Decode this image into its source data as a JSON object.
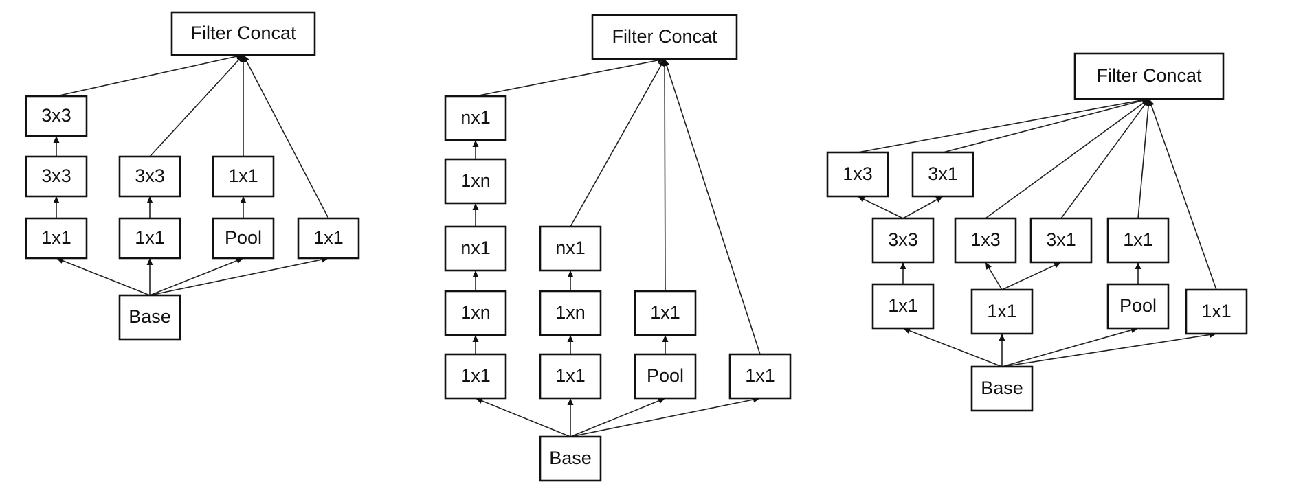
{
  "modules": [
    {
      "nodes": [
        {
          "id": "concat",
          "label": "Filter Concat"
        },
        {
          "id": "a3",
          "label": "3x3"
        },
        {
          "id": "a2",
          "label": "3x3"
        },
        {
          "id": "a1",
          "label": "1x1"
        },
        {
          "id": "b2",
          "label": "3x3"
        },
        {
          "id": "b1",
          "label": "1x1"
        },
        {
          "id": "c2",
          "label": "1x1"
        },
        {
          "id": "c1",
          "label": "Pool"
        },
        {
          "id": "d1",
          "label": "1x1"
        },
        {
          "id": "base",
          "label": "Base"
        }
      ],
      "edges": [
        [
          "base",
          "a1"
        ],
        [
          "base",
          "b1"
        ],
        [
          "base",
          "c1"
        ],
        [
          "base",
          "d1"
        ],
        [
          "a1",
          "a2"
        ],
        [
          "a2",
          "a3"
        ],
        [
          "b1",
          "b2"
        ],
        [
          "c1",
          "c2"
        ],
        [
          "a3",
          "concat"
        ],
        [
          "b2",
          "concat"
        ],
        [
          "c2",
          "concat"
        ],
        [
          "d1",
          "concat"
        ]
      ]
    },
    {
      "nodes": [
        {
          "id": "concat",
          "label": "Filter Concat"
        },
        {
          "id": "a5",
          "label": "nx1"
        },
        {
          "id": "a4",
          "label": "1xn"
        },
        {
          "id": "a3",
          "label": "nx1"
        },
        {
          "id": "a2",
          "label": "1xn"
        },
        {
          "id": "a1",
          "label": "1x1"
        },
        {
          "id": "b3",
          "label": "nx1"
        },
        {
          "id": "b2",
          "label": "1xn"
        },
        {
          "id": "b1",
          "label": "1x1"
        },
        {
          "id": "c2",
          "label": "1x1"
        },
        {
          "id": "c1",
          "label": "Pool"
        },
        {
          "id": "d1",
          "label": "1x1"
        },
        {
          "id": "base",
          "label": "Base"
        }
      ],
      "edges": [
        [
          "base",
          "a1"
        ],
        [
          "base",
          "b1"
        ],
        [
          "base",
          "c1"
        ],
        [
          "base",
          "d1"
        ],
        [
          "a1",
          "a2"
        ],
        [
          "a2",
          "a3"
        ],
        [
          "a3",
          "a4"
        ],
        [
          "a4",
          "a5"
        ],
        [
          "b1",
          "b2"
        ],
        [
          "b2",
          "b3"
        ],
        [
          "c1",
          "c2"
        ],
        [
          "a5",
          "concat"
        ],
        [
          "b3",
          "concat"
        ],
        [
          "c2",
          "concat"
        ],
        [
          "d1",
          "concat"
        ]
      ]
    },
    {
      "nodes": [
        {
          "id": "concat",
          "label": "Filter Concat"
        },
        {
          "id": "a3l",
          "label": "1x3"
        },
        {
          "id": "a3r",
          "label": "3x1"
        },
        {
          "id": "a2",
          "label": "3x3"
        },
        {
          "id": "a1",
          "label": "1x1"
        },
        {
          "id": "b2l",
          "label": "1x3"
        },
        {
          "id": "b2r",
          "label": "3x1"
        },
        {
          "id": "b1",
          "label": "1x1"
        },
        {
          "id": "c2",
          "label": "1x1"
        },
        {
          "id": "c1",
          "label": "Pool"
        },
        {
          "id": "d1",
          "label": "1x1"
        },
        {
          "id": "base",
          "label": "Base"
        }
      ],
      "edges": [
        [
          "base",
          "a1"
        ],
        [
          "base",
          "b1"
        ],
        [
          "base",
          "c1"
        ],
        [
          "base",
          "d1"
        ],
        [
          "a1",
          "a2"
        ],
        [
          "a2",
          "a3l"
        ],
        [
          "a2",
          "a3r"
        ],
        [
          "b1",
          "b2l"
        ],
        [
          "b1",
          "b2r"
        ],
        [
          "c1",
          "c2"
        ],
        [
          "a3l",
          "concat"
        ],
        [
          "a3r",
          "concat"
        ],
        [
          "b2l",
          "concat"
        ],
        [
          "b2r",
          "concat"
        ],
        [
          "c2",
          "concat"
        ],
        [
          "d1",
          "concat"
        ]
      ]
    }
  ]
}
